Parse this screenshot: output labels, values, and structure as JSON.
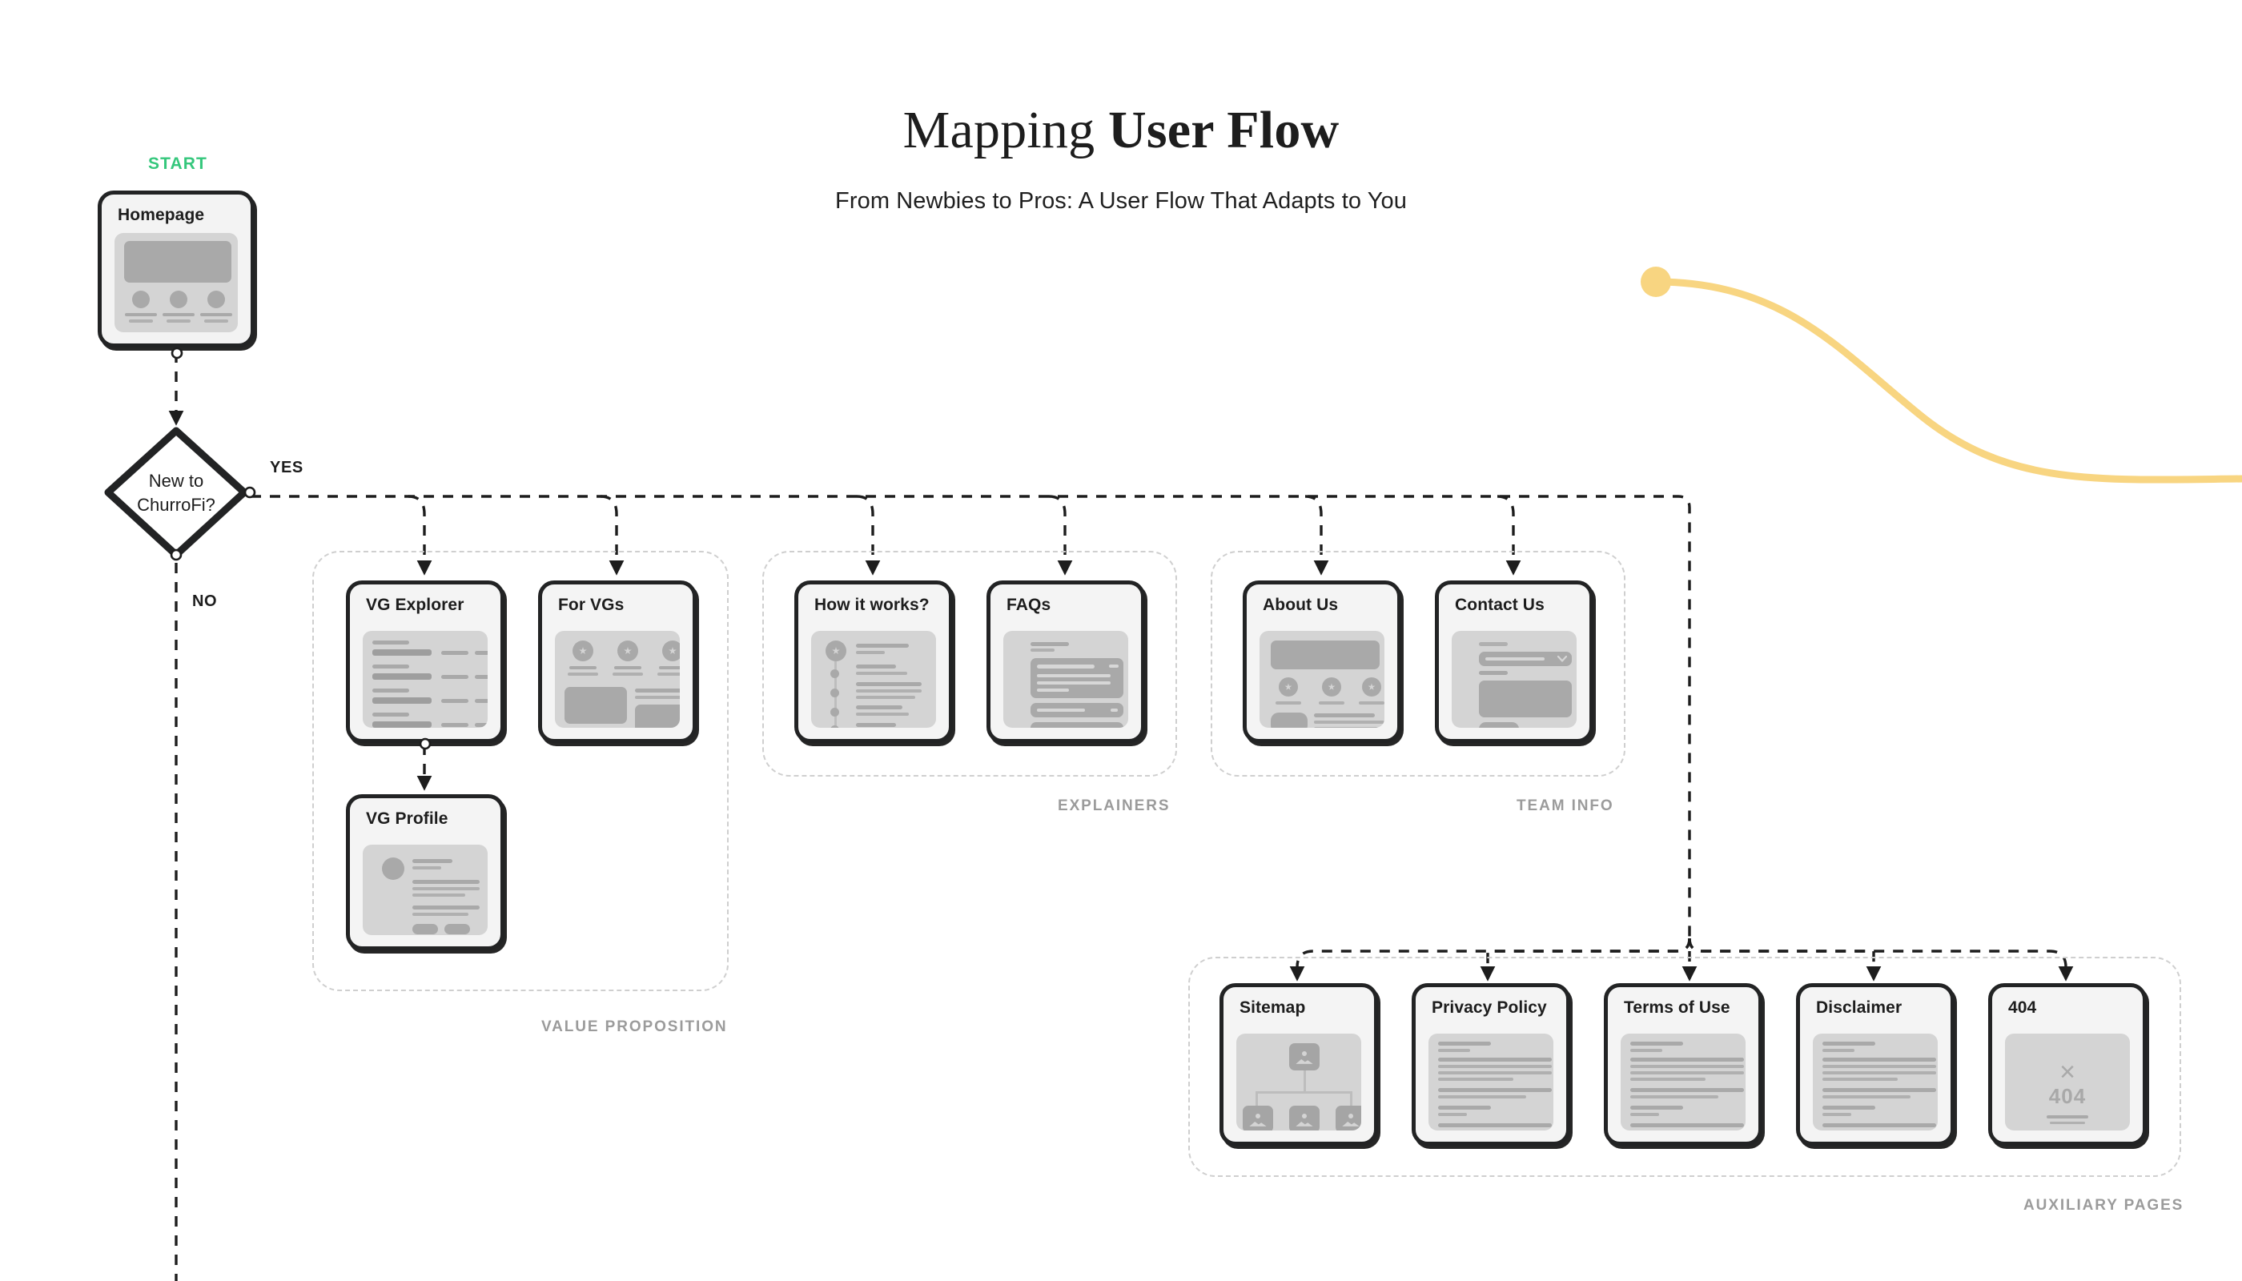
{
  "header": {
    "title_light": "Mapping ",
    "title_bold": "User Flow",
    "subtitle": "From Newbies to Pros: A User Flow That Adapts to You"
  },
  "flow": {
    "start_label": "START",
    "yes_label": "YES",
    "no_label": "NO",
    "decision": {
      "line1": "New to",
      "line2": "ChurroFi?"
    },
    "entry_card": {
      "title": "Homepage"
    }
  },
  "groups": [
    {
      "id": "value-proposition",
      "label": "VALUE PROPOSITION"
    },
    {
      "id": "explainers",
      "label": "EXPLAINERS"
    },
    {
      "id": "team-info",
      "label": "TEAM INFO"
    },
    {
      "id": "auxiliary-pages",
      "label": "AUXILIARY PAGES"
    }
  ],
  "cards": {
    "vg_explorer": {
      "title": "VG Explorer"
    },
    "for_vgs": {
      "title": "For VGs"
    },
    "vg_profile": {
      "title": "VG Profile"
    },
    "how_it_works": {
      "title": "How it works?"
    },
    "faqs": {
      "title": "FAQs"
    },
    "about_us": {
      "title": "About Us"
    },
    "contact_us": {
      "title": "Contact Us"
    },
    "sitemap": {
      "title": "Sitemap"
    },
    "privacy_policy": {
      "title": "Privacy Policy"
    },
    "terms_of_use": {
      "title": "Terms of Use"
    },
    "disclaimer": {
      "title": "Disclaimer"
    },
    "not_found": {
      "title": "404",
      "glyph": "×",
      "code": "404"
    }
  },
  "colors": {
    "start_green": "#35c77c",
    "ink": "#222324",
    "card_bg": "#f4f4f4",
    "thumb_bg": "#d4d4d4",
    "group_border": "#cfcfcf",
    "group_label": "#9b9b9b",
    "accent_yellow": "#f8d581"
  }
}
